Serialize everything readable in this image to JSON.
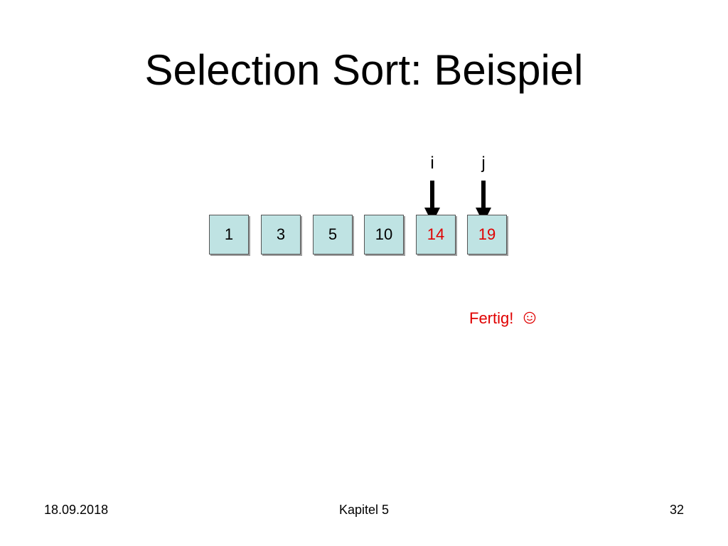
{
  "slide": {
    "title": "Selection Sort: Beispiel"
  },
  "pointers": [
    {
      "label": "i",
      "index": 4
    },
    {
      "label": "j",
      "index": 5
    }
  ],
  "array": {
    "cells": [
      {
        "value": "1",
        "highlighted": false
      },
      {
        "value": "3",
        "highlighted": false
      },
      {
        "value": "5",
        "highlighted": false
      },
      {
        "value": "10",
        "highlighted": false
      },
      {
        "value": "14",
        "highlighted": true
      },
      {
        "value": "19",
        "highlighted": true
      }
    ]
  },
  "status": {
    "text": "Fertig!",
    "icon": "smiley-face-icon"
  },
  "footer": {
    "date": "18.09.2018",
    "chapter": "Kapitel 5",
    "page": "32"
  },
  "colors": {
    "cell_fill": "#bfe3e3",
    "cell_border": "#555555",
    "highlight_text": "#e00000",
    "text": "#000000",
    "background": "#ffffff"
  }
}
